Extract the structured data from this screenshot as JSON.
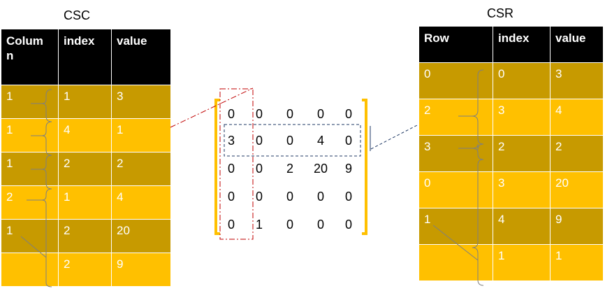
{
  "csc": {
    "caption": "CSC",
    "headers": [
      "Colum\nn",
      "index",
      "value"
    ],
    "rows": [
      [
        "1",
        "1",
        "3"
      ],
      [
        "1",
        "4",
        "1"
      ],
      [
        "1",
        "2",
        "2"
      ],
      [
        "2",
        "1",
        "4"
      ],
      [
        "1",
        "2",
        "20"
      ],
      [
        "",
        "2",
        "9"
      ]
    ]
  },
  "csr": {
    "caption": "CSR",
    "headers": [
      "Row",
      "index",
      "value"
    ],
    "rows": [
      [
        "0",
        "0",
        "3"
      ],
      [
        "2",
        "3",
        "4"
      ],
      [
        "3",
        "2",
        "2"
      ],
      [
        "0",
        "3",
        "20"
      ],
      [
        "1",
        "4",
        "9"
      ],
      [
        "",
        "1",
        "1"
      ]
    ]
  },
  "matrix": {
    "rows": [
      [
        "0",
        "0",
        "0",
        "0",
        "0"
      ],
      [
        "3",
        "0",
        "0",
        "4",
        "0"
      ],
      [
        "0",
        "0",
        "2",
        "20",
        "9"
      ],
      [
        "0",
        "0",
        "0",
        "0",
        "0"
      ],
      [
        "0",
        "1",
        "0",
        "0",
        "0"
      ]
    ]
  },
  "colors": {
    "header_bg": "#000000",
    "row_dark": "#c79a00",
    "row_light": "#ffc000",
    "bracket": "#ffc000",
    "column_highlight": "#c00000",
    "row_highlight": "#1f3864",
    "brace": "#7f7f7f"
  }
}
